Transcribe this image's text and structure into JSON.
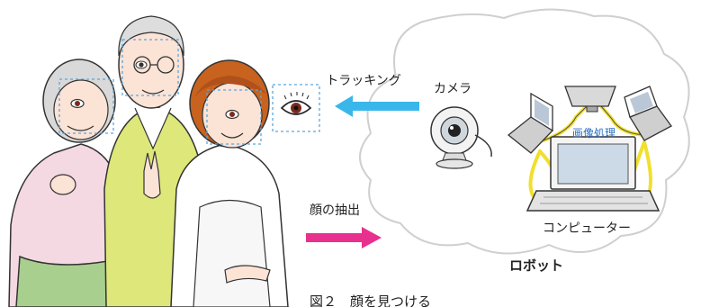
{
  "labels": {
    "tracking": "トラッキング",
    "camera": "カメラ",
    "image_processing": "画像処理",
    "face_extraction": "顔の抽出",
    "computer": "コンピューター",
    "robot": "ロボット",
    "caption": "図２　顔を見つける"
  },
  "icons": [
    "eye-icon",
    "webcam-icon",
    "laptop-icon",
    "monitor-icon"
  ],
  "colors": {
    "tracking_arrow": "#3ab7ea",
    "extraction_arrow": "#e8318f",
    "detection_box": "#5aa6df",
    "cable": "#f1df2c",
    "processing_text": "#2a6fc0"
  }
}
